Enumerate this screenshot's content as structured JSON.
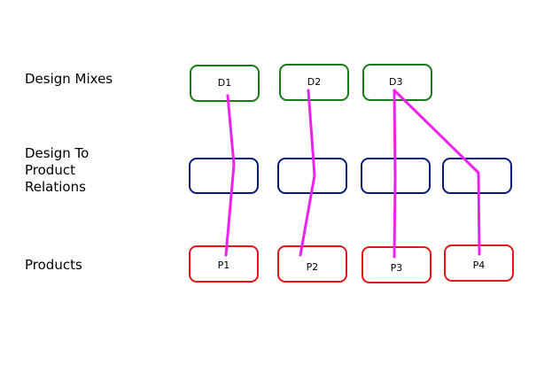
{
  "row_labels": {
    "design_mixes": "Design Mixes",
    "relations_line1": "Design To",
    "relations_line2": "Product",
    "relations_line3": "Relations",
    "products": "Products"
  },
  "design_mixes": [
    "D1",
    "D2",
    "D3"
  ],
  "products": [
    "P1",
    "P2",
    "P3",
    "P4"
  ],
  "colors": {
    "design_border": "#1a7a1a",
    "relation_border": "#0a1a78",
    "product_border": "#e01818",
    "link": "#ee22ee"
  }
}
